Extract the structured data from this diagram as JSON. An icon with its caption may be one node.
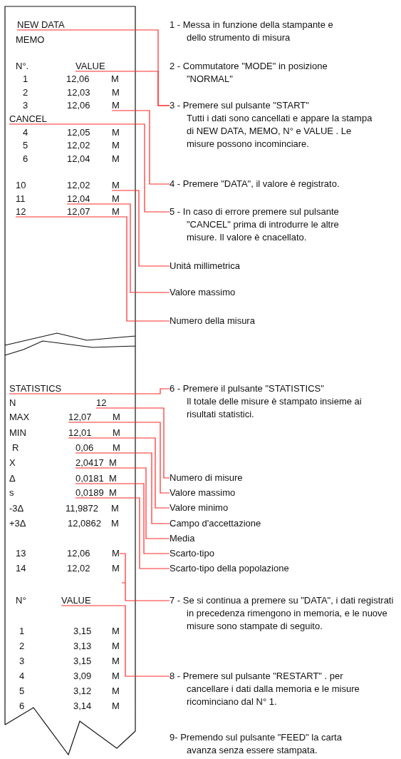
{
  "diagram": {
    "nodes": [
      {
        "text": [
          "NEW DATA"
        ]
      },
      {
        "text": [
          "VALUE"
        ]
      },
      {
        "text": [
          "M"
        ]
      },
      {
        "text": [
          "CANCEL"
        ]
      },
      {
        "text": [
          "M"
        ]
      },
      {
        "text": [
          "12,04"
        ]
      },
      {
        "text": [
          "12"
        ]
      },
      {
        "text": [
          "3 - Premere sul pulsante \"START\"",
          "Tutti i dati sono cancellati e appare la stampa di NEW DATA, MEMO, N° e VALUE . Le misure possono incominciare."
        ]
      },
      {
        "text": [
          "4 - Premere \"DATA\", il valore è registrato."
        ]
      },
      {
        "text": [
          "5 - In caso di errore premere sul pulsante \"CANCEL\" prima di introdurre le altre misure. Il valore è cnacellato."
        ]
      },
      {
        "text": [
          "Unitá millimetrica"
        ]
      },
      {
        "text": [
          "Valore massimo"
        ]
      },
      {
        "text": [
          "Numero della misura"
        ]
      },
      {
        "text": [
          "STATISTICS"
        ]
      },
      {
        "text": [
          "12"
        ]
      },
      {
        "text": [
          "12,07"
        ]
      },
      {
        "text": [
          "12,01"
        ]
      },
      {
        "text": [
          "0,06"
        ]
      },
      {
        "text": [
          "2,0417"
        ]
      },
      {
        "text": [
          "0,0181"
        ]
      },
      {
        "text": [
          "0,0189"
        ]
      },
      {
        "text": [
          "6 - Premere il pulsante \"STATISTICS\"",
          "Il totale delle misure è stampato insieme ai risultati statistici."
        ]
      },
      {
        "text": [
          "Numero di misure"
        ]
      },
      {
        "text": [
          "Valore massimo"
        ]
      },
      {
        "text": [
          "Valore minimo"
        ]
      },
      {
        "text": [
          "Campo d'accettazione"
        ]
      },
      {
        "text": [
          "Media"
        ]
      },
      {
        "text": [
          "Scarto-tipo"
        ]
      },
      {
        "text": [
          "Scarto-tipo della popolazione"
        ]
      },
      {
        "text": [
          "VALUE"
        ]
      },
      {
        "text": [
          "7 - Se si continua a premere su \"DATA\", i dati registrati in precedenza rimengono in memoria, e le nuove misure sono stampate di seguito."
        ]
      },
      {
        "text": [
          "8 - Premere sul pulsante \"RESTART\" . per cancellare i dati dalla memoria e le misure ricominciano dal N° 1."
        ]
      },
      {
        "text": [
          "M"
        ]
      }
    ],
    "edges": [
      {
        "from": 0,
        "to": 7,
        "arrow": "none"
      },
      {
        "from": 1,
        "to": 7,
        "arrow": "none"
      },
      {
        "from": 2,
        "to": 8,
        "arrow": "none"
      },
      {
        "from": 3,
        "to": 9,
        "arrow": "none"
      },
      {
        "from": 4,
        "to": 10,
        "arrow": "none"
      },
      {
        "from": 5,
        "to": 11,
        "arrow": "none"
      },
      {
        "from": 6,
        "to": 12,
        "arrow": "none"
      },
      {
        "from": 13,
        "to": 21,
        "arrow": "none"
      },
      {
        "from": 14,
        "to": 22,
        "arrow": "none"
      },
      {
        "from": 15,
        "to": 23,
        "arrow": "none"
      },
      {
        "from": 16,
        "to": 24,
        "arrow": "none"
      },
      {
        "from": 17,
        "to": 25,
        "arrow": "none"
      },
      {
        "from": 18,
        "to": 26,
        "arrow": "none"
      },
      {
        "from": 19,
        "to": 27,
        "arrow": "none"
      },
      {
        "from": 20,
        "to": 28,
        "arrow": "none"
      },
      {
        "from": 32,
        "to": 30,
        "arrow": "none"
      },
      {
        "from": 29,
        "to": 31,
        "arrow": "none"
      }
    ],
    "labels": [
      "1 - Messa in funzione della stampante e dello strumento di misura",
      "MEMO",
      "2 - Commutatore \"MODE\" in posizione \"NORMAL\"",
      "N°.",
      "1",
      "12,06",
      "M",
      "2",
      "12,03",
      "M",
      "3",
      "12,06",
      "4",
      "12,05",
      "M",
      "5",
      "12,02",
      "M",
      "6",
      "12,04",
      "M",
      "10",
      "12,02",
      "11",
      "M",
      "12,07",
      "M",
      "N",
      "MAX",
      "M",
      "MIN",
      "M",
      "R",
      "M",
      "X",
      "M",
      "Δ",
      "M",
      "s",
      "M",
      "-3Δ",
      "11,9872",
      "M",
      "+3Δ",
      "12,0862",
      "M",
      "13",
      "12,06",
      "14",
      "12,02",
      "M",
      "N°",
      "1",
      "3,15",
      "M",
      "2",
      "3,13",
      "M",
      "3",
      "3,15",
      "M",
      "4",
      "3,09",
      "M",
      "5",
      "3,12",
      "M",
      "6",
      "3,14",
      "M",
      "9- Premendo sul pulsante \"FEED\" la carta avanza senza essere stampata."
    ]
  }
}
